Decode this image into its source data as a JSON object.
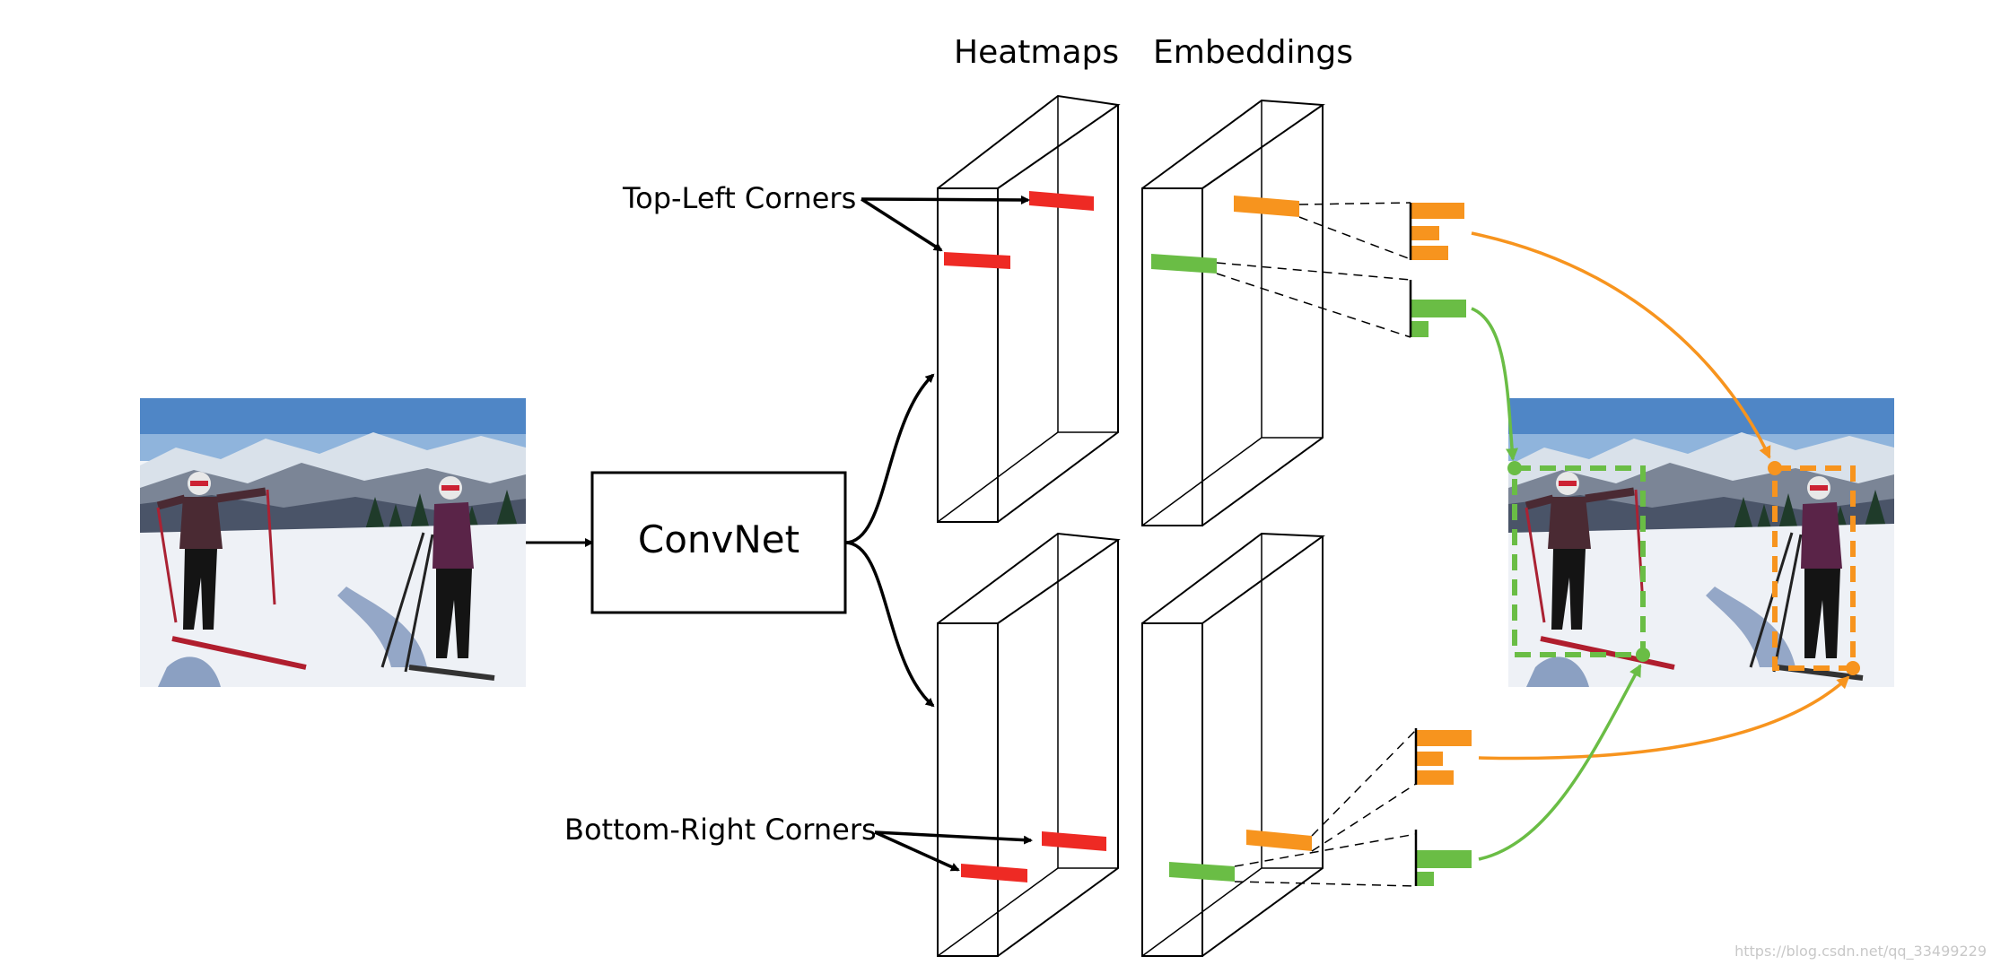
{
  "labels": {
    "heatmaps": "Heatmaps",
    "embeddings": "Embeddings",
    "top_left_corners": "Top-Left Corners",
    "bottom_right_corners": "Bottom-Right Corners",
    "convnet": "ConvNet",
    "watermark": "https://blog.csdn.net/qq_33499229"
  },
  "colors": {
    "heatmap_corner": "#ee2a24",
    "embedding_orange": "#f7941e",
    "embedding_green": "#6abd45",
    "stroke": "#000000"
  },
  "icons": {
    "input_image": "skiers-photo",
    "output_image": "skiers-photo-with-boxes"
  }
}
